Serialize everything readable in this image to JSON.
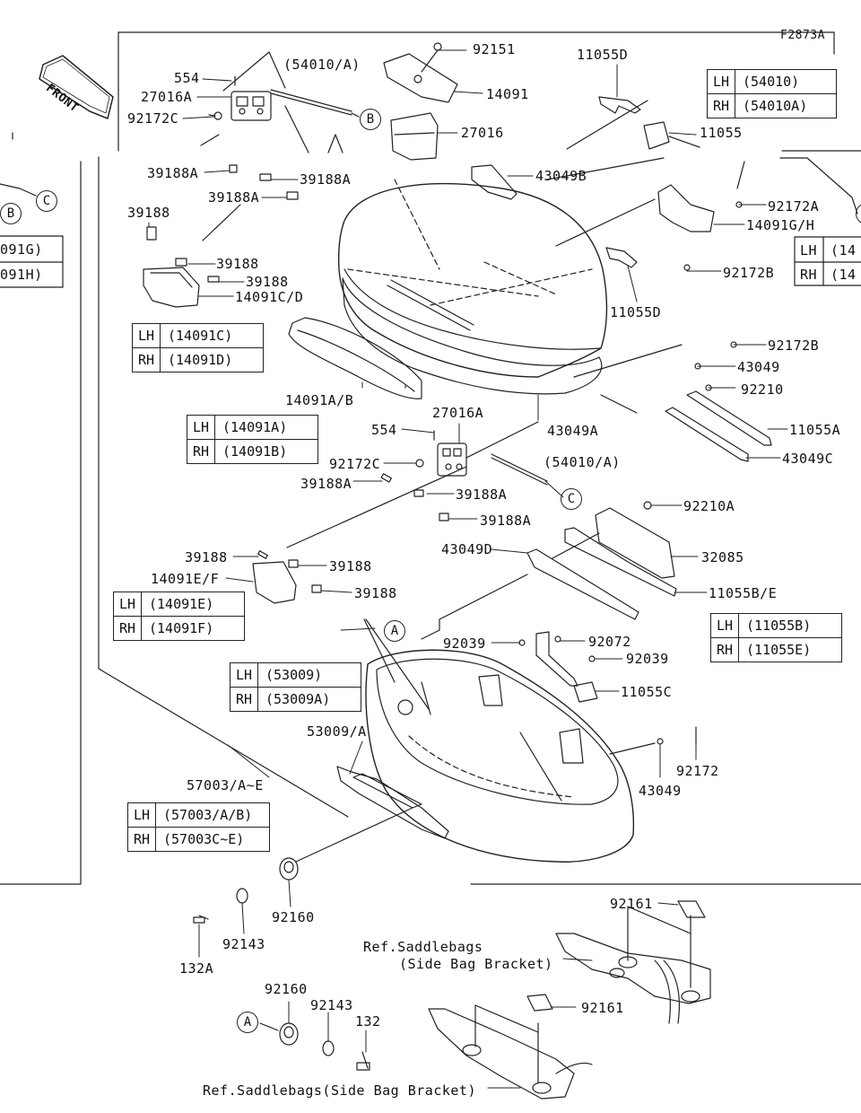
{
  "figure_id": "F2873A",
  "front_label": "FRONT",
  "labels": {
    "l_92151": "92151",
    "l_14091": "14091",
    "l_27016": "27016",
    "l_43049B": "43049B",
    "l_11055D_top": "11055D",
    "l_11055": "11055",
    "l_554_top": "554",
    "l_54010A_top": "(54010/A)",
    "l_27016A_top": "27016A",
    "l_92172C_top": "92172C",
    "l_39188A_1": "39188A",
    "l_39188A_2": "39188A",
    "l_39188A_3": "39188A",
    "l_39188_a": "39188",
    "l_39188_b": "39188",
    "l_39188_c": "39188",
    "l_14091CD": "14091C/D",
    "l_92172A": "92172A",
    "l_14091GH": "14091G/H",
    "l_92172B_1": "92172B",
    "l_11055D_mid": "11055D",
    "l_92172B_2": "92172B",
    "l_43049": "43049",
    "l_92210": "92210",
    "l_11055A": "11055A",
    "l_43049A": "43049A",
    "l_43049C": "43049C",
    "l_14091AB": "14091A/B",
    "l_554_mid": "554",
    "l_27016A_mid": "27016A",
    "l_92172C_mid": "92172C",
    "l_54010A_mid": "(54010/A)",
    "l_39188A_4": "39188A",
    "l_39188A_5": "39188A",
    "l_39188A_6": "39188A",
    "l_92210A": "92210A",
    "l_43049D": "43049D",
    "l_32085": "32085",
    "l_11055BE": "11055B/E",
    "l_39188_d": "39188",
    "l_39188_e": "39188",
    "l_39188_f": "39188",
    "l_14091EF": "14091E/F",
    "l_92039_1": "92039",
    "l_92072": "92072",
    "l_92039_2": "92039",
    "l_11055C": "11055C",
    "l_53009A": "53009/A",
    "l_43049_b": "43049",
    "l_92172": "92172",
    "l_57003": "57003/A~E",
    "l_92161_1": "92161",
    "l_92161_2": "92161",
    "l_92160_1": "92160",
    "l_92143_1": "92143",
    "l_132A": "132A",
    "l_92160_2": "92160",
    "l_92143_2": "92143",
    "l_132": "132",
    "ref1a": "Ref.Saddlebags",
    "ref1b": "(Side Bag Bracket)",
    "ref2": "Ref.Saddlebags(Side Bag Bracket)",
    "cut_left_1": "091G)",
    "cut_left_2": "091H)",
    "cut_right_1": "(14",
    "cut_right_2": "(14",
    "cut_lh": "LH",
    "cut_rh": "RH",
    "cut_right_lh": "LH",
    "cut_right_rh": "RH"
  },
  "circles": {
    "B1": "B",
    "C1": "C",
    "B_left": "B",
    "C_left": "C",
    "C2": "C",
    "A1": "A",
    "A2": "A"
  },
  "tables": {
    "t54010": {
      "lh_key": "LH",
      "lh": "(54010)",
      "rh_key": "RH",
      "rh": "(54010A)"
    },
    "t14091CD": {
      "lh_key": "LH",
      "lh": "(14091C)",
      "rh_key": "RH",
      "rh": "(14091D)"
    },
    "t14091AB": {
      "lh_key": "LH",
      "lh": "(14091A)",
      "rh_key": "RH",
      "rh": "(14091B)"
    },
    "t14091EF": {
      "lh_key": "LH",
      "lh": "(14091E)",
      "rh_key": "RH",
      "rh": "(14091F)"
    },
    "t11055BE": {
      "lh_key": "LH",
      "lh": "(11055B)",
      "rh_key": "RH",
      "rh": "(11055E)"
    },
    "t53009": {
      "lh_key": "LH",
      "lh": "(53009)",
      "rh_key": "RH",
      "rh": "(53009A)"
    },
    "t57003": {
      "lh_key": "LH",
      "lh": "(57003/A/B)",
      "rh_key": "RH",
      "rh": "(57003C~E)"
    }
  }
}
